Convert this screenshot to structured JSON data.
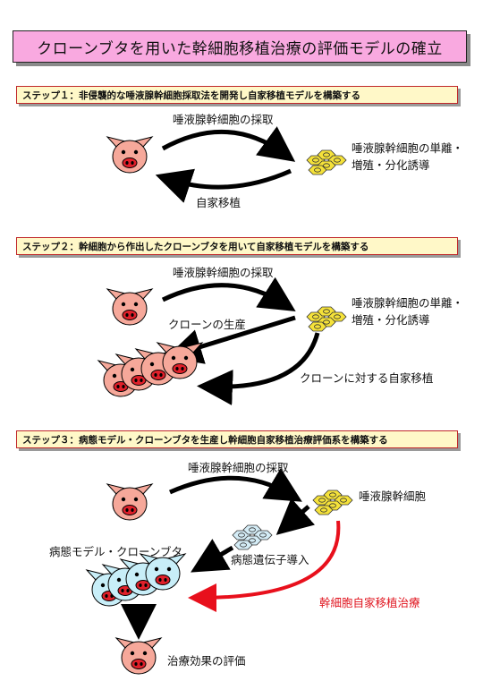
{
  "title": "クローンブタを用いた幹細胞移植治療の評価モデルの確立",
  "steps": [
    {
      "heading": "ステップ１：非侵襲的な唾液腺幹細胞採取法を開発し自家移植モデルを構築する",
      "labels": {
        "harvest": "唾液腺幹細胞の採取",
        "cells_line1": "唾液腺幹細胞の単離・",
        "cells_line2": "増殖・分化誘導",
        "transplant": "自家移植"
      }
    },
    {
      "heading": "ステップ２：幹細胞から作出したクローンブタを用いて自家移植モデルを構築する",
      "labels": {
        "harvest": "唾液腺幹細胞の採取",
        "cells_line1": "唾液腺幹細胞の単離・",
        "cells_line2": "増殖・分化誘導",
        "clone_production": "クローンの生産",
        "clone_transplant": "クローンに対する自家移植"
      }
    },
    {
      "heading": "ステップ３：病態モデル・クローンブタを生産し幹細胞自家移植治療評価系を構築する",
      "labels": {
        "harvest": "唾液腺幹細胞の採取",
        "cells": "唾液腺幹細胞",
        "disease_clone": "病態モデル・クローンブタ",
        "gene_intro": "病態遺伝子導入",
        "therapy": "幹細胞自家移植治療",
        "evaluation": "治療効果の評価"
      }
    }
  ],
  "colors": {
    "title_bg": "#f9a9e0",
    "step_bg": "#fff8c8",
    "step_border": "#c0282a",
    "pig_pink": "#f6a89a",
    "pig_blue": "#c8eef8",
    "snout_red": "#e0202a",
    "cell_yellow": "#f5e23a",
    "cell_blue": "#d4ecf6",
    "therapy_arrow": "#e8101c"
  }
}
